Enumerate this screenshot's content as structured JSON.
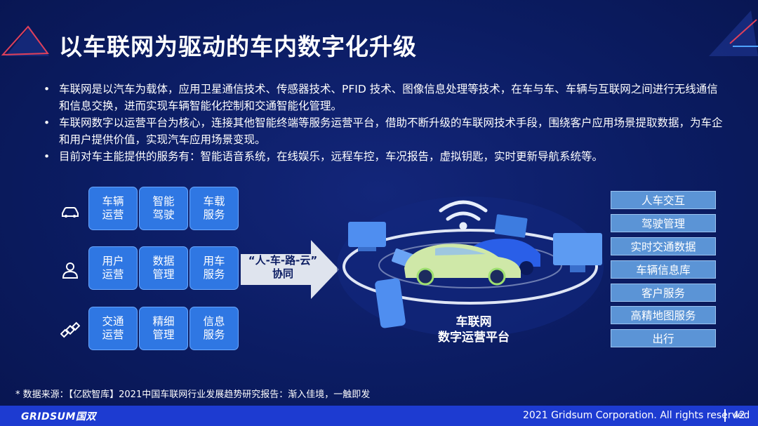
{
  "slide": {
    "title": "以车联网为驱动的车内数字化升级",
    "bullets": [
      "车联网是以汽车为载体，应用卫星通信技术、传感器技术、PFID 技术、图像信息处理等技术，在车与车、车辆与互联网之间进行无线通信和信息交换，进而实现车辆智能化控制和交通智能化管理。",
      "车联网数字以运营平台为核心，连接其他智能终端等服务运营平台，借助不断升级的车联网技术手段，围绕客户应用场景提取数据，为车企和用户提供价值，实现汽车应用场景变现。",
      "目前对车主能提供的服务有：智能语音系统，在线娱乐，远程车控，车况报告，虚拟钥匙，实时更新导航系统等。"
    ],
    "rows": [
      {
        "icon": "car-icon",
        "tiles": [
          "车辆\n运营",
          "智能\n驾驶",
          "车载\n服务"
        ]
      },
      {
        "icon": "user-icon",
        "tiles": [
          "用户\n运营",
          "数据\n管理",
          "用车\n服务"
        ]
      },
      {
        "icon": "satellite-icon",
        "tiles": [
          "交通\n运营",
          "精细\n管理",
          "信息\n服务"
        ]
      }
    ],
    "arrow_label": "“人-车-路-云”\n协同",
    "hub_label": "车联网\n数字运营平台",
    "services": [
      "人车交互",
      "驾驶管理",
      "实时交通数据",
      "车辆信息库",
      "客户服务",
      "高精地图服务",
      "出行"
    ],
    "source": "* 数据来源：【亿欧智库】2021中国车联网行业发展趋势研究报告：渐入佳境，一触即发"
  },
  "footer": {
    "logo": "GRIDSUM国双",
    "copyright": "2021 Gridsum Corporation. All rights reserved",
    "page": "42"
  },
  "colors": {
    "background": "#0b1c62",
    "tile": "#2f77e3",
    "service": "#5b94d6",
    "footer": "#1d3bd1",
    "accent_red": "#e0405a"
  }
}
